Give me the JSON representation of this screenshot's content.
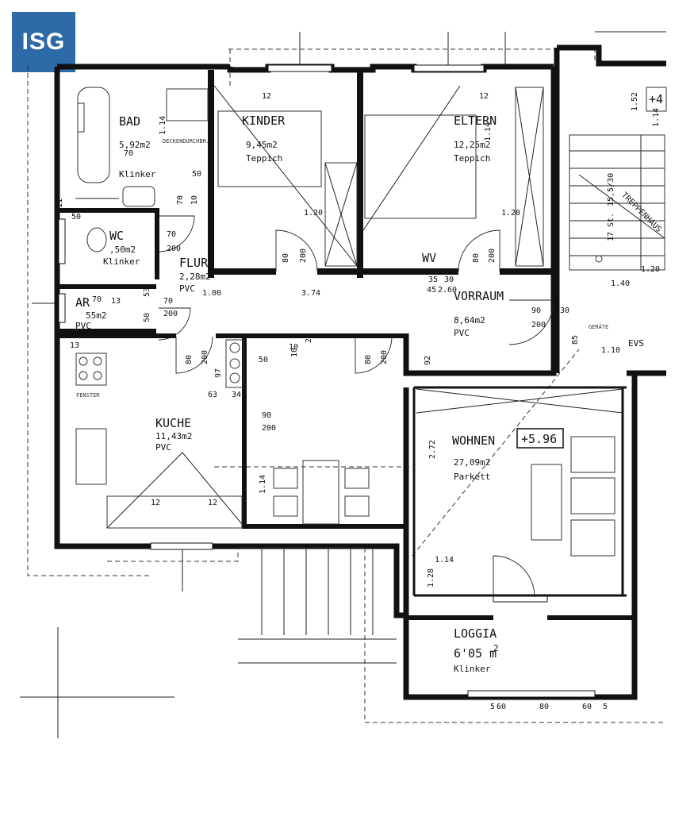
{
  "logo": {
    "text_a": "IS",
    "text_b": "G",
    "color": "#2e6aa8"
  },
  "rooms": {
    "bad": {
      "name": "BAD",
      "area": "5,92m2",
      "floor": "Klinker"
    },
    "kinder": {
      "name": "KINDER",
      "area": "9,45m2",
      "floor": "Teppich"
    },
    "eltern": {
      "name": "ELTERN",
      "area": "12,25m2",
      "floor": "Teppich"
    },
    "wc": {
      "name": "WC",
      "area": ",50m2",
      "floor": "Klinker"
    },
    "flur": {
      "name": "FLUR",
      "area": "2,28m2",
      "floor": "PVC"
    },
    "ar": {
      "name": "AR",
      "area": "55m2",
      "floor": "PVC"
    },
    "vorraum": {
      "name": "VORRAUM",
      "area": "8,64m2",
      "floor": "PVC"
    },
    "kueche": {
      "name": "KUCHE",
      "area": "11,43m2",
      "floor": "PVC"
    },
    "wohnen": {
      "name": "WOHNEN",
      "area": "27,09m2",
      "floor": "Parkett"
    },
    "loggia": {
      "name": "LOGGIA",
      "area": "6'05 m",
      "area_sup": "2",
      "floor": "Klinker"
    },
    "wv": {
      "name": "WV"
    },
    "evs": {
      "name": "EVS"
    }
  },
  "level_marks": {
    "wohnen": "+5.96",
    "stair": "+4"
  },
  "dimensions": {
    "d1": "1.20",
    "d2": "1.20",
    "d3": "80",
    "d4": "200",
    "d5": "80",
    "d6": "200",
    "d7": "1.00",
    "d8": "3.74",
    "d9": "70",
    "d10": "200",
    "d11": "70",
    "d12": "200",
    "d13": "90",
    "d14": "200",
    "d15": "80",
    "d16": "200",
    "d17": "80",
    "d18": "200",
    "d19": "90",
    "d20": "200",
    "d21": "63",
    "d22": "34",
    "d23": "50",
    "d24": "10",
    "d25": "1.14",
    "d26": "2.72",
    "d27": "1.14",
    "d28": "1.28",
    "d29": "60",
    "d30": "80",
    "d31": "60",
    "d32": "30",
    "d33": "1.10",
    "d34": "1.40",
    "d35": "85",
    "d36": "35",
    "d37": "30",
    "d38": "45",
    "d39": "2.60",
    "d40": "50",
    "d41": "1.52",
    "d42": "1.14",
    "d43": "1.14",
    "d44": "92",
    "d45": "20",
    "d46": "10",
    "d47": "12",
    "d48": "12",
    "d49": "50",
    "d50": "70",
    "d51": "13",
    "d52": "53",
    "d53": "50",
    "d54": "11",
    "d55": "13",
    "d56": "10",
    "d57": "70",
    "d58": "97",
    "d59": "1.14",
    "d60": "1.20",
    "d61": "12",
    "d62": "17 St.",
    "d63": "15,5/30",
    "d64": "TREPPENHAUS",
    "d65": "70",
    "d66": "12",
    "d67": "5",
    "d68": "5"
  },
  "tiny_labels": {
    "t1": "DECKENDURCHBR.",
    "t2": "FENSTER",
    "t3": "GERÄTE"
  }
}
